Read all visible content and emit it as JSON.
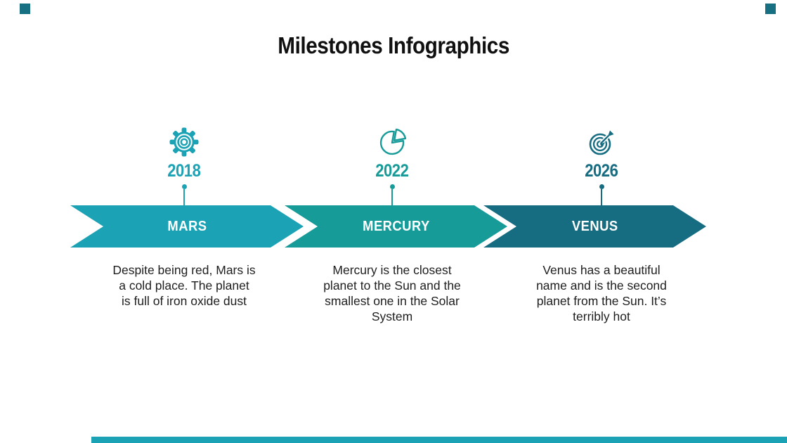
{
  "slide": {
    "title": "Milestones Infographics",
    "decor": {
      "corner_square_color": "#177082",
      "bottom_bar_color": "#1BA3B5"
    }
  },
  "milestones": [
    {
      "year": "2018",
      "icon": "gear-icon",
      "label": "MARS",
      "color": "#1BA3B5",
      "description_lines": [
        "Despite being red, Mars is",
        "a cold place. The planet",
        "is full of iron oxide dust"
      ]
    },
    {
      "year": "2022",
      "icon": "pie-chart-icon",
      "label": "MERCURY",
      "color": "#169B98",
      "description_lines": [
        "Mercury is the closest",
        "planet to the Sun and the",
        "smallest one in the Solar",
        "System"
      ]
    },
    {
      "year": "2026",
      "icon": "target-icon",
      "label": "VENUS",
      "color": "#166C80",
      "description_lines": [
        "Venus has a beautiful",
        "name and is the second",
        "planet from the Sun. It’s",
        "terribly hot"
      ]
    }
  ]
}
